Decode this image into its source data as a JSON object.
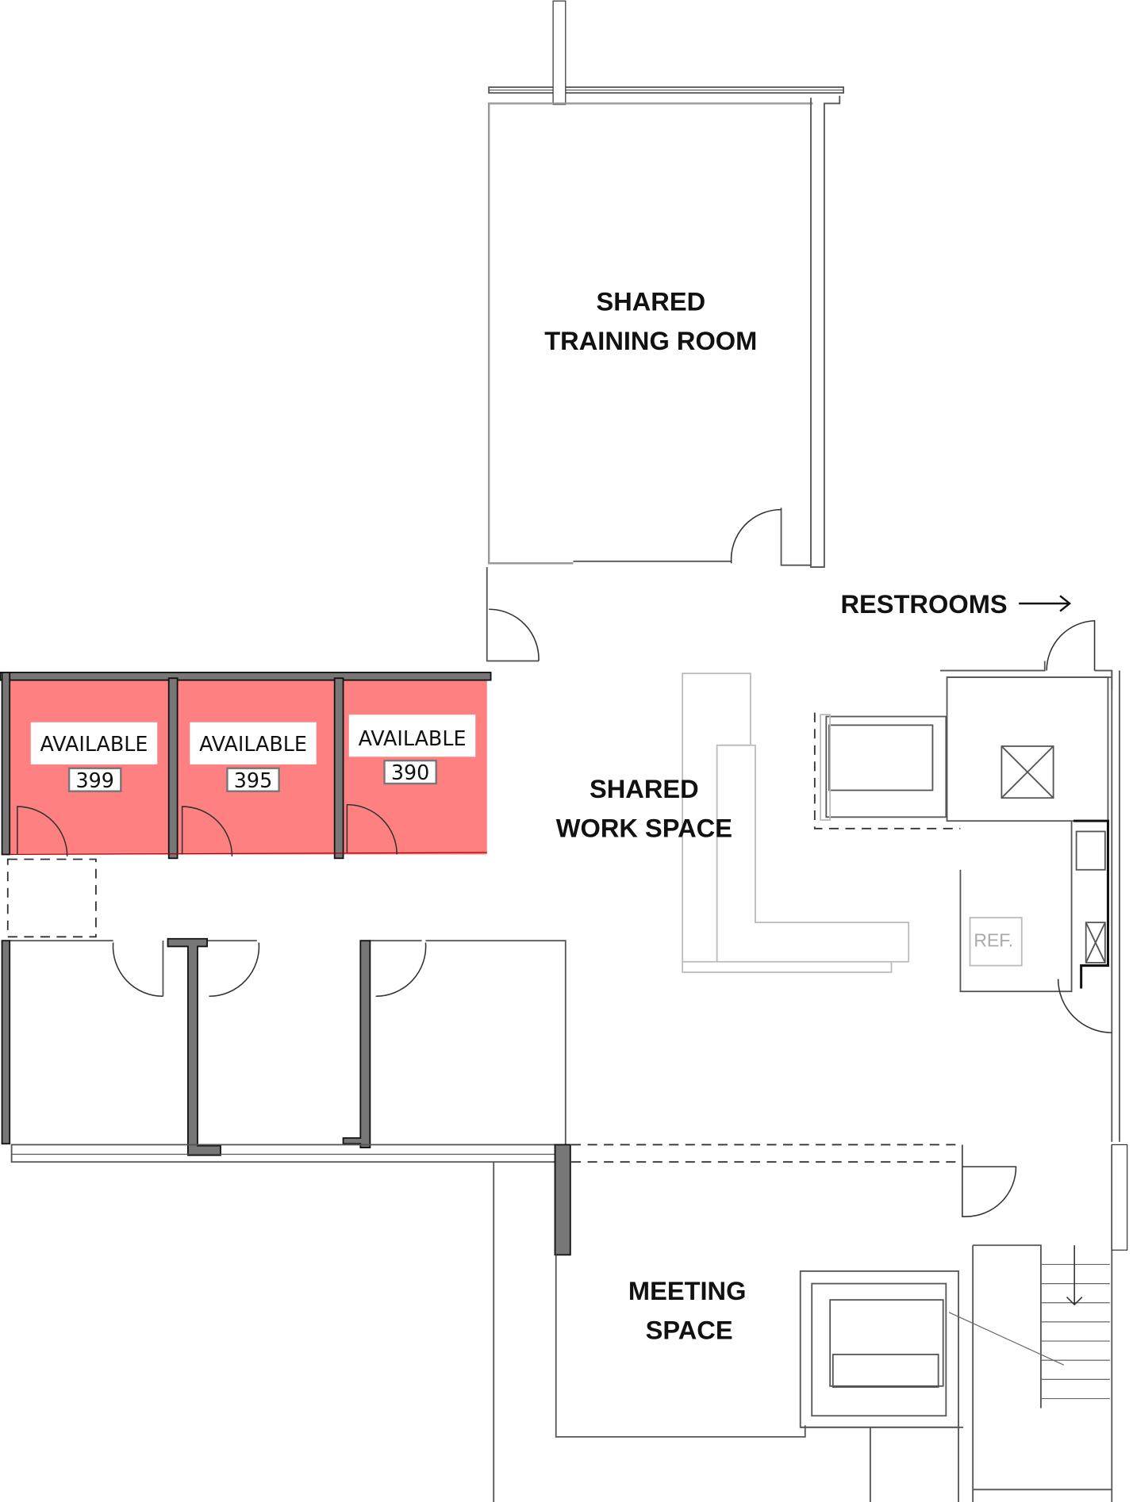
{
  "rooms": {
    "training": {
      "line1": "SHARED",
      "line2": "TRAINING ROOM"
    },
    "work": {
      "line1": "SHARED",
      "line2": "WORK SPACE"
    },
    "meeting": {
      "line1": "MEETING",
      "line2": "SPACE"
    },
    "restrooms": "RESTROOMS",
    "ref": "REF."
  },
  "suites": [
    {
      "status": "AVAILABLE",
      "number": "399"
    },
    {
      "status": "AVAILABLE",
      "number": "395"
    },
    {
      "status": "AVAILABLE",
      "number": "390"
    }
  ],
  "colors": {
    "available": "#ff8080",
    "wall": "#777777"
  },
  "icons": {
    "restrooms_arrow": "arrow-right-icon",
    "stairs_arrow": "arrow-down-icon"
  }
}
